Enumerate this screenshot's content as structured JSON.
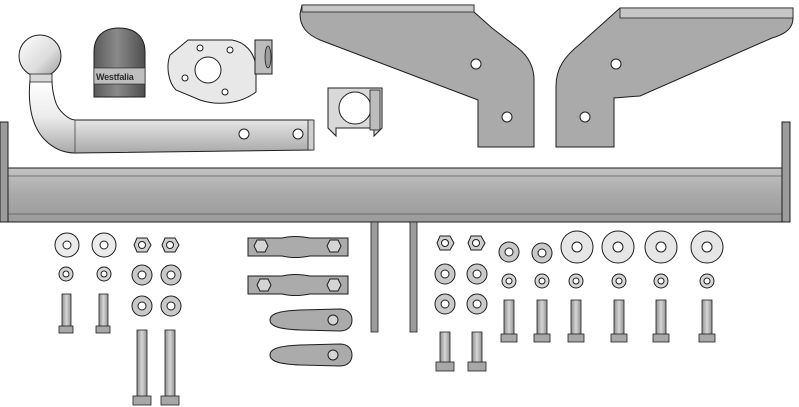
{
  "image": {
    "background": "#ffffff",
    "brand_text": "Westfalia"
  },
  "colors": {
    "steel_light": "#e6e6e6",
    "steel_mid": "#b5b5b5",
    "steel_dark": "#8c8c8c",
    "bracket": "#a8a8a8",
    "outline": "#1e1e1e",
    "cap": "#6c6c6c"
  },
  "parts": [
    {
      "name": "towball",
      "icon": "towball-icon"
    },
    {
      "name": "tow-bar-arm",
      "icon": "tube-icon"
    },
    {
      "name": "ball-cover-cap",
      "icon": "cap-icon"
    },
    {
      "name": "socket-plate",
      "icon": "plate-icon"
    },
    {
      "name": "cable-clamp",
      "icon": "clamp-icon"
    },
    {
      "name": "left-side-bracket",
      "icon": "bracket-icon"
    },
    {
      "name": "right-side-bracket",
      "icon": "bracket-icon"
    },
    {
      "name": "cross-beam",
      "icon": "beam-icon"
    },
    {
      "name": "hardware-set",
      "icon": "fastener-icon"
    }
  ]
}
